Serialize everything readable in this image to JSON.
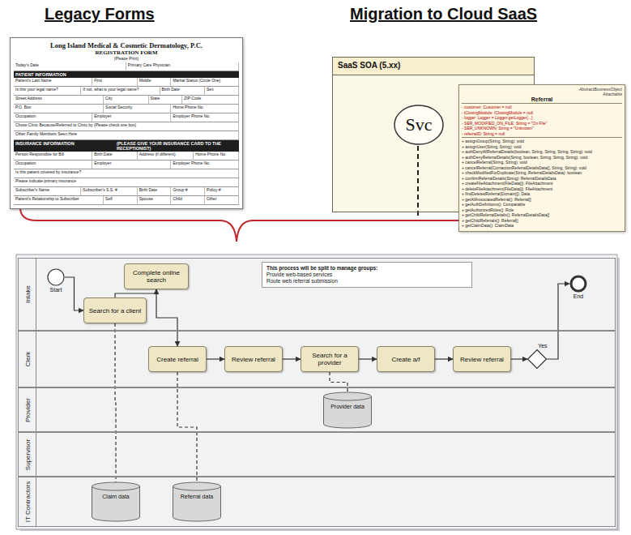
{
  "diagram": {
    "nodes": [
      {
        "text": [
          "Long Island Medical & Cosmetic Dermatology, P.C.",
          "REGISTRATION FORM",
          "(Please Print)",
          "Today's Date",
          "Primary Care Physician",
          "PATIENT INFORMATION",
          "Patient's Last Name",
          "First",
          "Middle",
          "Marital Status (Circle One)",
          "Is this your legal name?",
          "If not, what is your legal name?",
          "Birth Date",
          "Sex",
          "Street Address",
          "City",
          "State",
          "ZIP Code",
          "P.O. Box",
          "Social Security",
          "Home Phone No.",
          "Occupation",
          "Employer",
          "Employer Phone No.",
          "Chose Clinic Because/Referred to Clinic by (Please check one box)",
          "Other Family Members Seen Here",
          "INSURANCE INFORMATION",
          "(PLEASE GIVE YOUR INSURANCE CARD TO THE RECEPTIONIST)",
          "Person Responsible for Bill",
          "Birth Date",
          "Address (if different)",
          "Home Phone No.",
          "Occupation",
          "Employer",
          "Employer Phone No.",
          "Is this patient covered by insurance?",
          "Please indicate primary insurance",
          "Subscriber's Name",
          "Subscriber's S.S. #",
          "Birth Date",
          "Group #",
          "Policy #",
          "Patient's Relationship to Subscriber",
          "Self",
          "Spouse",
          "Child",
          "Other"
        ]
      },
      {
        "text": [
          "SaaS SOA (5.xx)"
        ]
      },
      {
        "text": [
          "Svc"
        ],
        "in": 1
      },
      {
        "text": [
          "AbstractBusinessObject",
          "Attachable",
          "Referral",
          "- customer: Customer = null",
          "- iClosingModule: IClosingModule = null",
          "- logger: Logger = Logger.getLogger(...)",
          "- SER_MODIFIED_ON_FILE: String = \"On File\"",
          "- SER_UNKNOWN: String = \"Unknown\"",
          "- referralID: String = null",
          "+ assignGroup(String, String): void",
          "+ assignUser(String, String): void",
          "+ authDenyAllReferralDetails(boolean, String, String, String, String): void",
          "+ authDenyReferralDetails(String, boolean, String, String, String): void",
          "+ cancelReferral(String, String): void",
          "+ cancelReferral(ContactionReferralDetailsData[], String, String): void",
          "+ checkModifiedForDuplicate(String, ReferralDetailsData): boolean",
          "+ confirmReferralDetails(String): ReferralDetailsData",
          "+ createFileAttachment(FileData[]): FileAttachment",
          "+ deleteFileAttachment(FileData[]): FileAttachment",
          "+ findDeletedReferral(Domain[]): Data",
          "+ getAllAssociatedReferral(): Referral[]",
          "+ getAuthDefinitions(): Comparable",
          "+ getAuthorizedRoles(): Role",
          "+ getChildReferralDetails(): ReferralDetailsData[]",
          "+ getChildReferrals(): Referral[]",
          "+ getClaimData(): ClaimData"
        ]
      },
      {
        "text": [
          "Intake"
        ]
      },
      {
        "text": [
          "Clerk"
        ]
      },
      {
        "text": [
          "Provider"
        ]
      },
      {
        "text": [
          "Supervisor"
        ]
      },
      {
        "text": [
          "IT Contractors"
        ]
      },
      {
        "text": [
          "Start"
        ],
        "in": 4
      },
      {
        "text": [
          "Search for a client"
        ],
        "in": 4
      },
      {
        "text": [
          "Complete online search"
        ],
        "in": 4
      },
      {
        "text": [
          "This process will be split to manage groups:",
          "Provide web-based services",
          "Route web referral submission"
        ],
        "in": 4
      },
      {
        "text": [
          "Create referral"
        ],
        "in": 5
      },
      {
        "text": [
          "Review referral"
        ],
        "in": 5
      },
      {
        "text": [
          "Search for a provider"
        ],
        "in": 5
      },
      {
        "text": [
          "Create a/f"
        ],
        "in": 5
      },
      {
        "text": [
          "Review referral"
        ],
        "in": 5
      },
      {
        "text": [
          "Yes"
        ],
        "in": 5
      },
      {
        "text": [
          "End"
        ],
        "in": 4
      },
      {
        "text": [
          "Provider data"
        ],
        "in": 6
      },
      {
        "text": [
          "Claim data"
        ],
        "in": 8
      },
      {
        "text": [
          "Referral data"
        ],
        "in": 8
      }
    ],
    "edges": [
      {
        "from": 9,
        "to": 10,
        "arrow": "to"
      },
      {
        "from": 10,
        "to": 11,
        "arrow": "to"
      },
      {
        "from": 11,
        "to": 13,
        "arrow": "to"
      },
      {
        "from": 13,
        "to": 14,
        "arrow": "to"
      },
      {
        "from": 14,
        "to": 15,
        "arrow": "to"
      },
      {
        "from": 15,
        "to": 16,
        "arrow": "to"
      },
      {
        "from": 16,
        "to": 17,
        "arrow": "to"
      },
      {
        "from": 17,
        "to": 18,
        "arrow": "to"
      },
      {
        "from": 18,
        "to": 19,
        "arrow": "to"
      },
      {
        "from": 10,
        "to": 21,
        "arrow": "none"
      },
      {
        "from": 13,
        "to": 22,
        "arrow": "none"
      },
      {
        "from": 15,
        "to": 20,
        "arrow": "none"
      }
    ],
    "labels": [
      "Legacy Forms",
      "Migration to Cloud SaaS"
    ]
  }
}
